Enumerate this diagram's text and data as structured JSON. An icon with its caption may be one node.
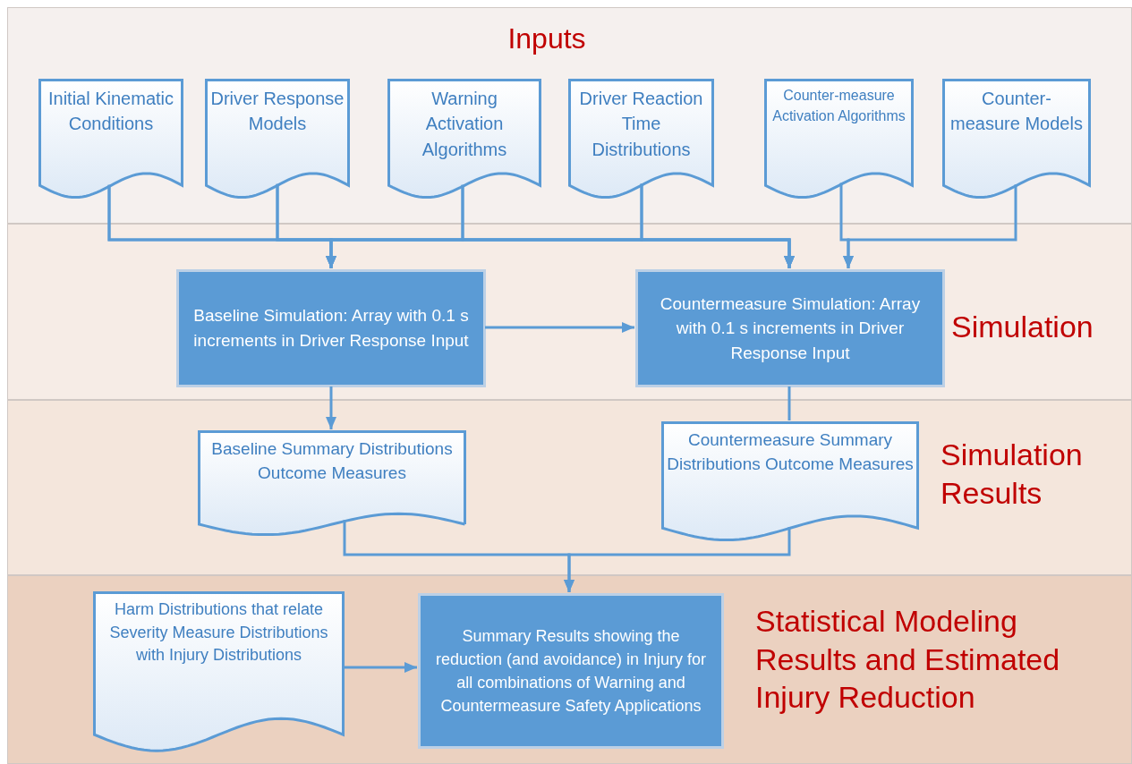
{
  "diagram": {
    "nodes": [
      {
        "text": [
          "Inputs"
        ]
      },
      {
        "text": [
          "Initial Kinematic Conditions"
        ],
        "in": 0
      },
      {
        "text": [
          "Driver Response Models"
        ],
        "in": 0
      },
      {
        "text": [
          "Warning Activation Algorithms"
        ],
        "in": 0
      },
      {
        "text": [
          "Driver Reaction Time Distributions"
        ],
        "in": 0
      },
      {
        "text": [
          "Counter-measure Activation Algorithms"
        ],
        "in": 0
      },
      {
        "text": [
          "Counter-measure Models"
        ],
        "in": 0
      },
      {
        "text": [
          "Simulation"
        ]
      },
      {
        "text": [
          "Baseline Simulation: Array with 0.1 s increments in Driver Response Input"
        ],
        "in": 7
      },
      {
        "text": [
          "Countermeasure Simulation: Array with 0.1 s increments in Driver Response Input"
        ],
        "in": 7
      },
      {
        "text": [
          "Simulation Results"
        ]
      },
      {
        "text": [
          "Baseline Summary Distributions Outcome Measures"
        ],
        "in": 10
      },
      {
        "text": [
          "Countermeasure Summary Distributions Outcome Measures"
        ],
        "in": 10
      },
      {
        "text": [
          "Statistical Modeling Results and Estimated Injury Reduction"
        ]
      },
      {
        "text": [
          "Harm Distributions that relate Severity Measure Distributions with Injury Distributions"
        ],
        "in": 13
      },
      {
        "text": [
          "Summary Results showing the reduction (and avoidance) in Injury for all combinations of Warning and Countermeasure Safety Applications"
        ],
        "in": 13
      }
    ],
    "edges": [
      {
        "from": 1,
        "to": 8,
        "arrow": "to"
      },
      {
        "from": 2,
        "to": 8,
        "arrow": "to"
      },
      {
        "from": 3,
        "to": 8,
        "arrow": "to"
      },
      {
        "from": 4,
        "to": 8,
        "arrow": "to"
      },
      {
        "from": 1,
        "to": 9,
        "arrow": "to"
      },
      {
        "from": 2,
        "to": 9,
        "arrow": "to"
      },
      {
        "from": 3,
        "to": 9,
        "arrow": "to"
      },
      {
        "from": 4,
        "to": 9,
        "arrow": "to"
      },
      {
        "from": 5,
        "to": 9,
        "arrow": "to"
      },
      {
        "from": 6,
        "to": 9,
        "arrow": "to"
      },
      {
        "from": 8,
        "to": 9,
        "arrow": "to"
      },
      {
        "from": 8,
        "to": 11,
        "arrow": "to"
      },
      {
        "from": 9,
        "to": 12,
        "arrow": "none"
      },
      {
        "from": 11,
        "to": 15,
        "arrow": "to"
      },
      {
        "from": 12,
        "to": 15,
        "arrow": "to"
      },
      {
        "from": 14,
        "to": 15,
        "arrow": "to"
      }
    ]
  }
}
